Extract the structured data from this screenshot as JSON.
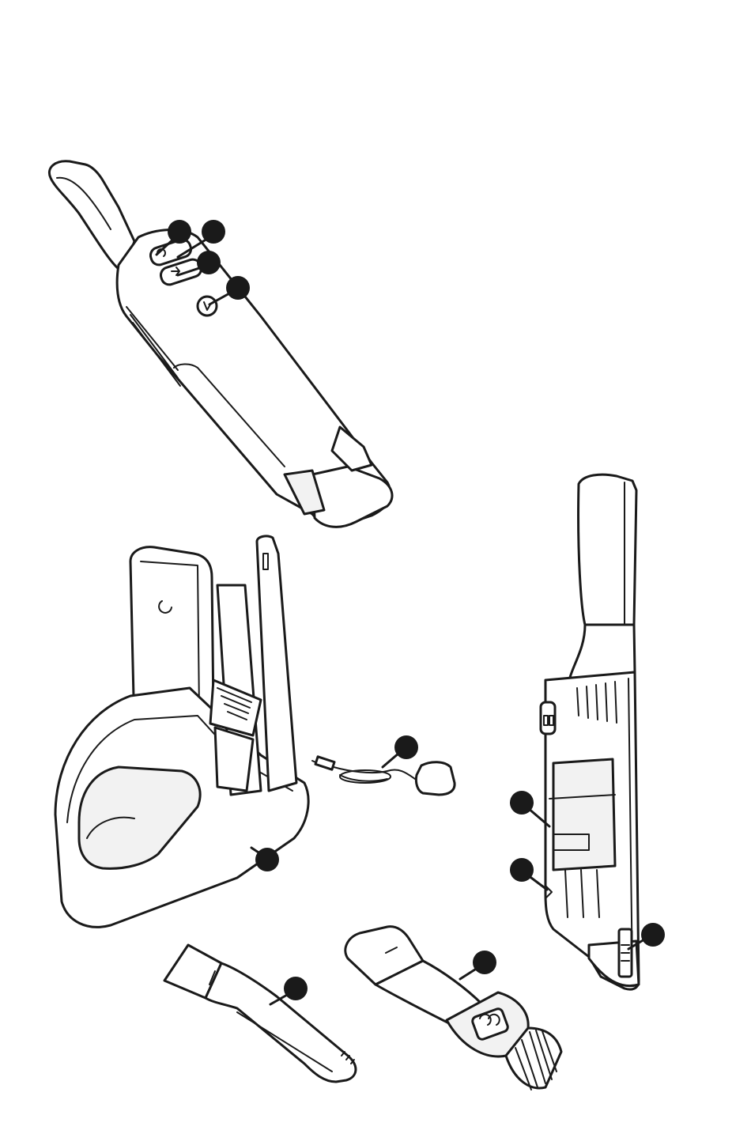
{
  "figure": {
    "items": [
      {
        "id": "vacuum-top-view",
        "kind": "handheld-vacuum"
      },
      {
        "id": "charging-base",
        "kind": "charging-dock"
      },
      {
        "id": "charger-adapter",
        "kind": "power-adapter"
      },
      {
        "id": "vacuum-side-view",
        "kind": "handheld-vacuum"
      },
      {
        "id": "crevice-tool",
        "kind": "accessory"
      },
      {
        "id": "brush-tool",
        "kind": "accessory"
      }
    ],
    "callouts": [
      {
        "id": "c1"
      },
      {
        "id": "c2"
      },
      {
        "id": "c3"
      },
      {
        "id": "c4"
      },
      {
        "id": "c5"
      },
      {
        "id": "c6"
      },
      {
        "id": "c7"
      },
      {
        "id": "c8"
      },
      {
        "id": "c9"
      },
      {
        "id": "c10"
      },
      {
        "id": "c11"
      }
    ],
    "colors": {
      "line": "#1a1a1a",
      "fill": "#ffffff",
      "shade": "#f2f2f2"
    }
  }
}
